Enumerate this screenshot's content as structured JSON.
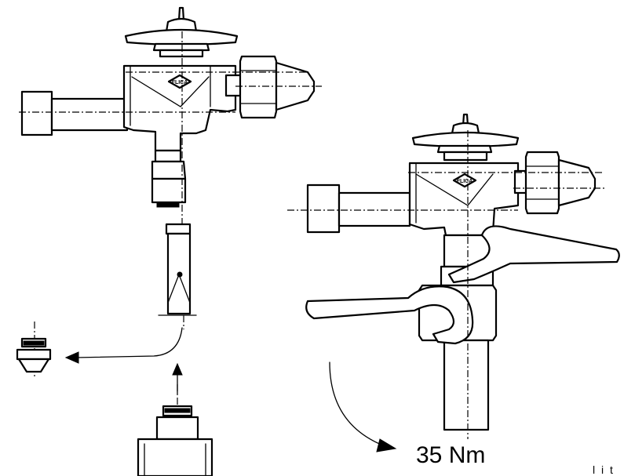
{
  "figure": {
    "torque_label": "35 Nm",
    "corner_text": "l i t",
    "logo_text": "FLICA"
  },
  "colors": {
    "line": "#000000",
    "background": "#ffffff"
  }
}
